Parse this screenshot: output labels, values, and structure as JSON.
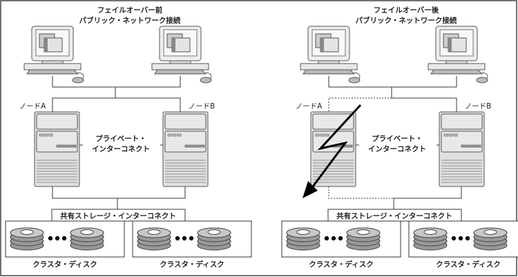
{
  "panels": [
    {
      "title_line1": "フェイルオーバー前",
      "title_line2": "パブリック・ネットワーク接続",
      "node_a": "ノードA",
      "node_b": "ノードB",
      "private_line1": "プライベート・",
      "private_line2": "インターコネクト",
      "storage_label": "共有ストレージ・インターコネクト",
      "disk_label_1": "クラスタ・ディスク",
      "disk_label_2": "クラスタ・ディスク",
      "failed_node": false
    },
    {
      "title_line1": "フェイルオーバー後",
      "title_line2": "パブリック・ネットワーク接続",
      "node_a": "ノードA",
      "node_b": "ノードB",
      "private_line1": "プライベート・",
      "private_line2": "インターコネクト",
      "storage_label": "共有ストレージ・インターコネクト",
      "disk_label_1": "クラスタ・ディスク",
      "disk_label_2": "クラスタ・ディスク",
      "failed_node": true
    }
  ],
  "colors": {
    "line": "#333333",
    "fill": "#e6e6e6",
    "dark": "#7a7a7a"
  }
}
